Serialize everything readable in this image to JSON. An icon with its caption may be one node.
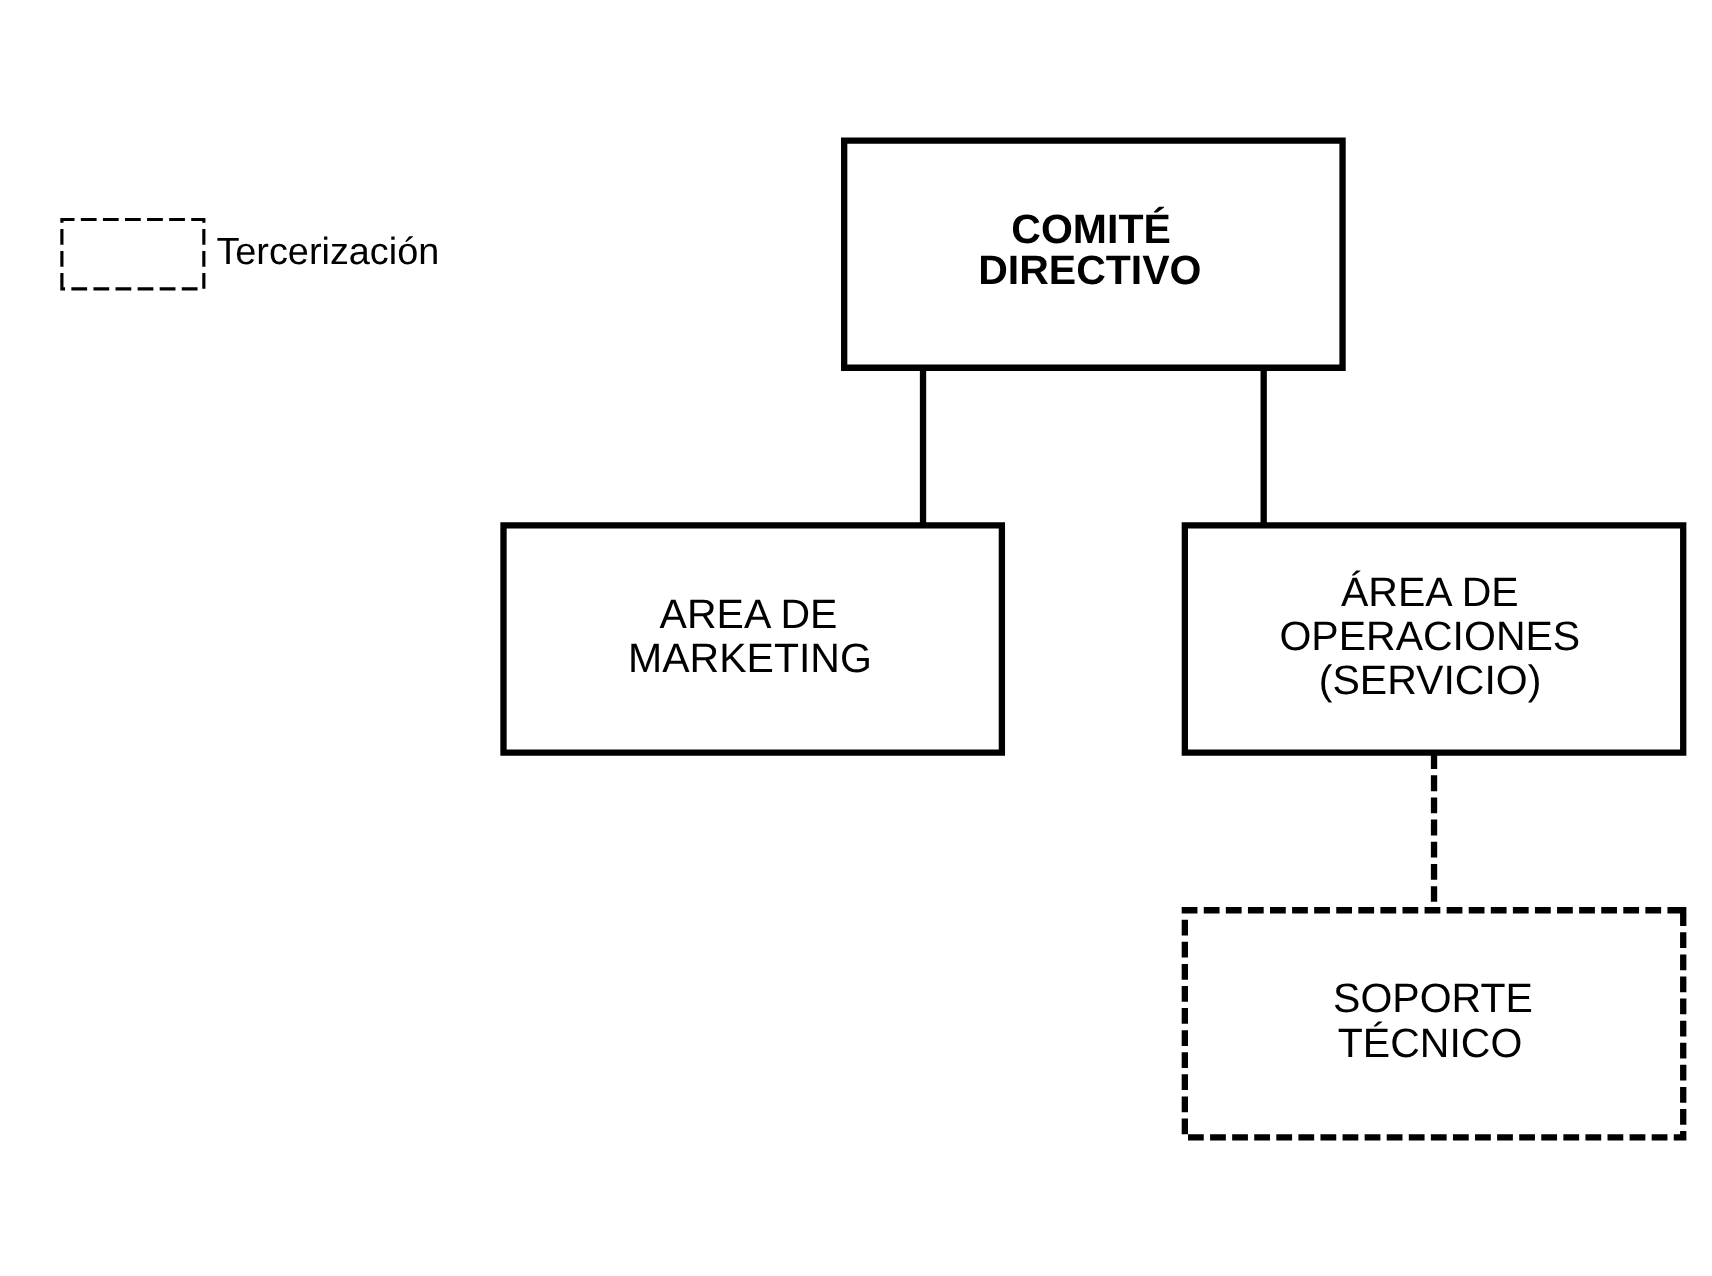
{
  "diagram": {
    "nodes": [
      {
        "text": [
          "COMITÉ DIRECTIVO"
        ]
      },
      {
        "text": [
          "AREA DE MARKETING"
        ]
      },
      {
        "text": [
          "ÁREA DE OPERACIONES (SERVICIO)"
        ]
      },
      {
        "text": [
          "SOPORTE TÉCNICO"
        ]
      }
    ],
    "edges": [
      {
        "from": 0,
        "to": 1,
        "arrow": "none"
      },
      {
        "from": 0,
        "to": 2,
        "arrow": "none"
      },
      {
        "from": 2,
        "to": 3,
        "arrow": "none",
        "style": "dashed"
      }
    ],
    "legend": [
      {
        "text": "Tercerización"
      }
    ]
  }
}
